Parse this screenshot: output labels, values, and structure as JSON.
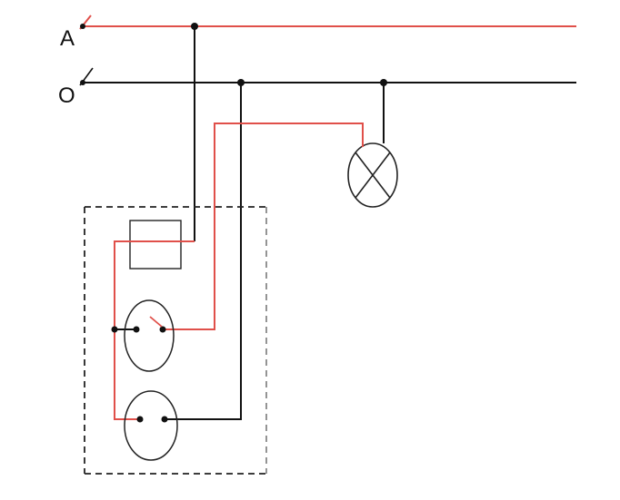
{
  "labels": {
    "phase": "A",
    "neutral": "O"
  },
  "colors": {
    "phase_wire": "#e0504a",
    "neutral_wire": "#111111",
    "box_border": "#222222",
    "box_border_right": "#888888"
  },
  "components": [
    "phase-line",
    "neutral-line",
    "lamp",
    "fuse",
    "switch",
    "socket",
    "distribution-box"
  ]
}
